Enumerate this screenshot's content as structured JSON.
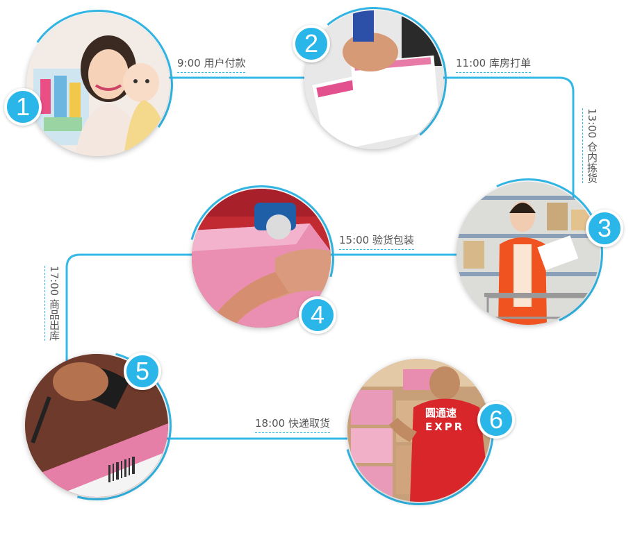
{
  "steps": [
    {
      "number": "1",
      "time_label": "9:00 用户付款",
      "photo": "mother-and-baby-photo"
    },
    {
      "number": "2",
      "time_label": "11:00 库房打单",
      "photo": "printing-labels-photo"
    },
    {
      "number": "3",
      "time_label": "13:00 仓内拣货",
      "photo": "warehouse-picking-photo"
    },
    {
      "number": "4",
      "time_label": "15:00 验货包装",
      "photo": "packing-box-photo"
    },
    {
      "number": "5",
      "time_label": "17:00 商品出库",
      "photo": "barcode-scanning-photo"
    },
    {
      "number": "6",
      "time_label": "18:00 快递取货",
      "photo": "courier-pickup-photo"
    }
  ],
  "courier_shirt_text": [
    "圆通速",
    "EXPR"
  ],
  "colors": {
    "accent": "#2bb6ea",
    "line": "#33b9e8"
  }
}
